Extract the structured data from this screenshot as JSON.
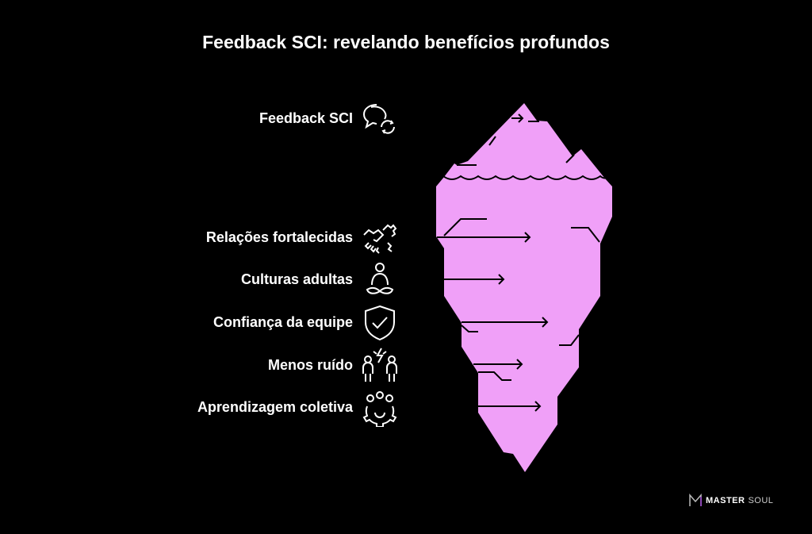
{
  "title": "Feedback SCI: revelando benefícios profundos",
  "items": [
    {
      "label": "Feedback SCI",
      "icon": "chat-refresh-icon"
    },
    {
      "label": "Relações fortalecidas",
      "icon": "handshake-gear-icon"
    },
    {
      "label": "Culturas adultas",
      "icon": "meditating-person-icon"
    },
    {
      "label": "Confiança da equipe",
      "icon": "shield-check-icon"
    },
    {
      "label": "Menos ruído",
      "icon": "people-conflict-icon"
    },
    {
      "label": "Aprendizagem coletiva",
      "icon": "team-gear-icon"
    }
  ],
  "logo": {
    "part1": "MASTER",
    "part2": "SOUL"
  },
  "colors": {
    "iceberg": "#F0A0F8",
    "background": "#000000"
  }
}
